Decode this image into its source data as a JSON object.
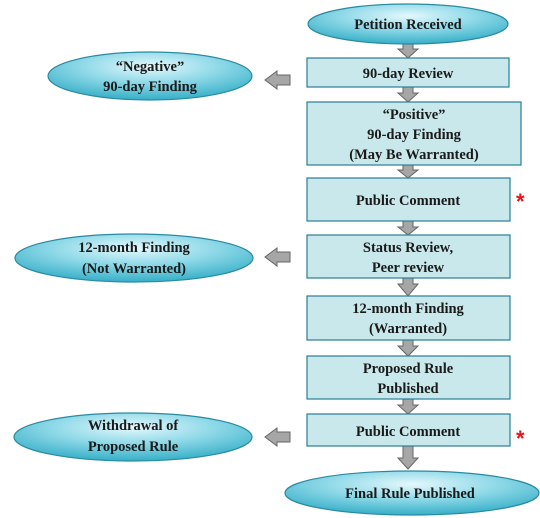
{
  "flow": {
    "start": {
      "line1": "Petition Received"
    },
    "step1": {
      "line1": "90-day Review"
    },
    "step2": {
      "line1": "“Positive”",
      "line2": "90-day Finding",
      "line3": "(May Be Warranted)"
    },
    "step3": {
      "line1": "Public Comment"
    },
    "step4": {
      "line1": "Status Review,",
      "line2": "Peer review"
    },
    "step5": {
      "line1": "12-month Finding",
      "line2": "(Warranted)"
    },
    "step6": {
      "line1": "Proposed Rule",
      "line2": "Published"
    },
    "step7": {
      "line1": "Public Comment"
    },
    "end": {
      "line1": "Final Rule Published"
    }
  },
  "side": {
    "negative": {
      "line1": "“Negative”",
      "line2": "90-day Finding"
    },
    "not_warranted": {
      "line1": "12-month Finding",
      "line2": "(Not Warranted)"
    },
    "withdrawal": {
      "line1": "Withdrawal of",
      "line2": "Proposed Rule"
    }
  },
  "marks": {
    "asterisk_1": "*",
    "asterisk_2": "*"
  },
  "colors": {
    "box_fill": "#c9e8ec",
    "box_stroke": "#2a7d92",
    "ellipse_light": "#c5eef6",
    "ellipse_dark": "#2fb3cc",
    "arrow_fill": "#a6a6a6",
    "arrow_stroke": "#666666",
    "asterisk": "#e8141c"
  }
}
